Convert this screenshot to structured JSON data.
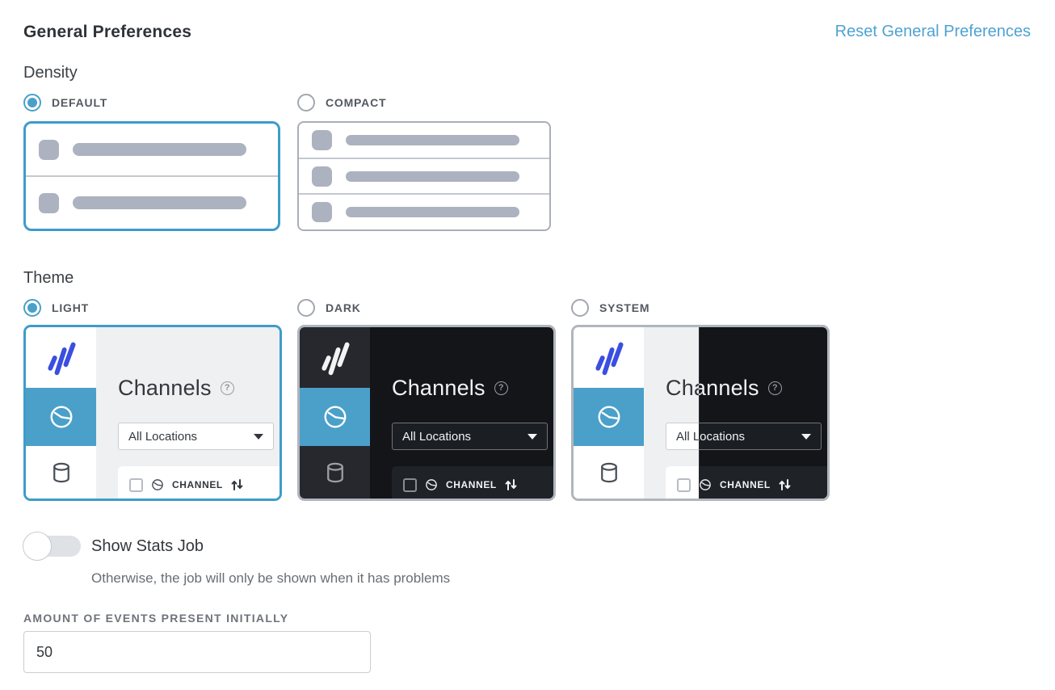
{
  "page": {
    "title": "General Preferences",
    "reset_link": "Reset General Preferences"
  },
  "density": {
    "label": "Density",
    "options": [
      {
        "label": "DEFAULT",
        "selected": true,
        "preview_rows": 2
      },
      {
        "label": "COMPACT",
        "selected": false,
        "preview_rows": 3
      }
    ]
  },
  "theme": {
    "label": "Theme",
    "options": [
      {
        "label": "LIGHT",
        "selected": true
      },
      {
        "label": "DARK",
        "selected": false
      },
      {
        "label": "SYSTEM",
        "selected": false
      }
    ],
    "preview": {
      "heading": "Channels",
      "help_icon": "?",
      "dropdown_value": "All Locations",
      "table_header": "CHANNEL"
    }
  },
  "stats_job": {
    "label": "Show Stats Job",
    "enabled": false,
    "description": "Otherwise, the job will only be shown when it has problems"
  },
  "events_input": {
    "label": "AMOUNT OF EVENTS PRESENT INITIALLY",
    "value": "50"
  },
  "colors": {
    "accent": "#4AA0C9",
    "selected_border": "#3E9CC9",
    "link": "#4FA2D2",
    "logo": "#3A4EE0",
    "dark_sidebar": "#26282D",
    "dark_main": "#131519",
    "light_main": "#EEF0F2"
  }
}
